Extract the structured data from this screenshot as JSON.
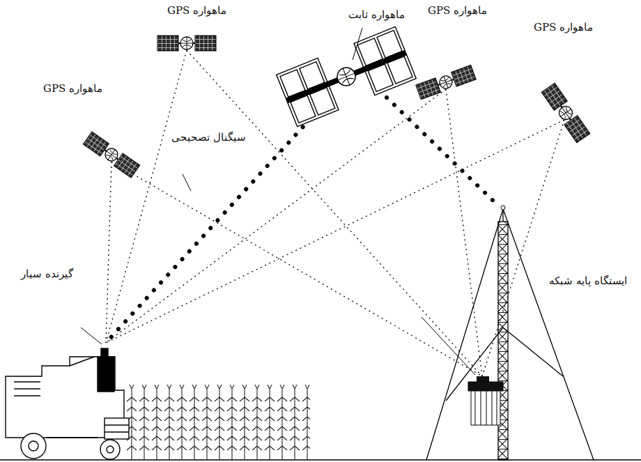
{
  "diagram": {
    "labels": [
      "ماهواره GPS",
      "ماهواره ثابت",
      "ماهواره GPS",
      "ماهواره GPS",
      "ماهواره GPS",
      "سیگنال تصحیحی",
      "گیرنده سیار",
      "ایستگاه پایه شبکه"
    ]
  }
}
